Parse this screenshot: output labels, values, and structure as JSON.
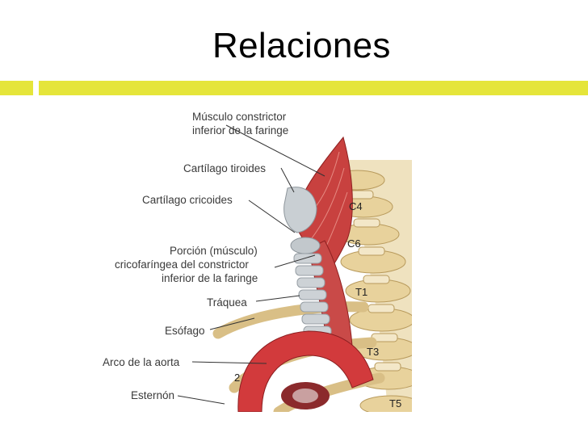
{
  "slide": {
    "title": "Relaciones",
    "accent_color": "#e5e53a"
  },
  "diagram": {
    "labels": [
      "Músculo constrictor",
      "inferior de la faringe",
      "Cartílago tiroides",
      "Cartílago cricoides",
      "Porción (músculo)",
      "cricofaríngea del constrictor",
      "inferior de la faringe",
      "Tráquea",
      "Esófago",
      "Arco de la aorta",
      "Esternón"
    ],
    "vertebrae": [
      "C4",
      "C6",
      "T1",
      "T3",
      "T5"
    ],
    "rib_number": "2"
  }
}
